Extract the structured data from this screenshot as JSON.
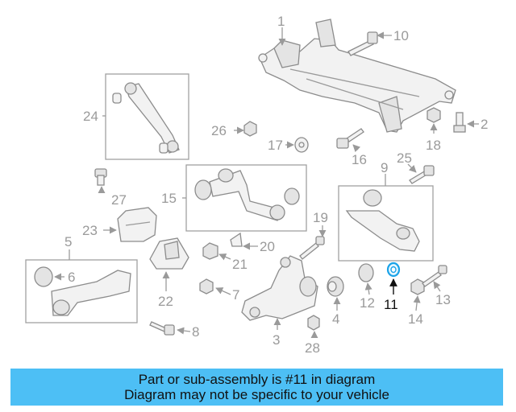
{
  "caption": {
    "line1": "Part or sub-assembly is #11 in diagram",
    "line2": "Diagram may not be specific to your vehicle",
    "background": "#4dbff5"
  },
  "highlight": {
    "part_number": "11",
    "color": "#1aa3e8"
  },
  "labels": {
    "p1": "1",
    "p2": "2",
    "p3": "3",
    "p4": "4",
    "p5": "5",
    "p6": "6",
    "p7": "7",
    "p8": "8",
    "p9": "9",
    "p10": "10",
    "p11": "11",
    "p12": "12",
    "p13": "13",
    "p14": "14",
    "p15": "15",
    "p16": "16",
    "p17": "17",
    "p18": "18",
    "p19": "19",
    "p20": "20",
    "p21": "21",
    "p22": "22",
    "p23": "23",
    "p24": "24",
    "p25": "25",
    "p26": "26",
    "p27": "27",
    "p28": "28"
  }
}
